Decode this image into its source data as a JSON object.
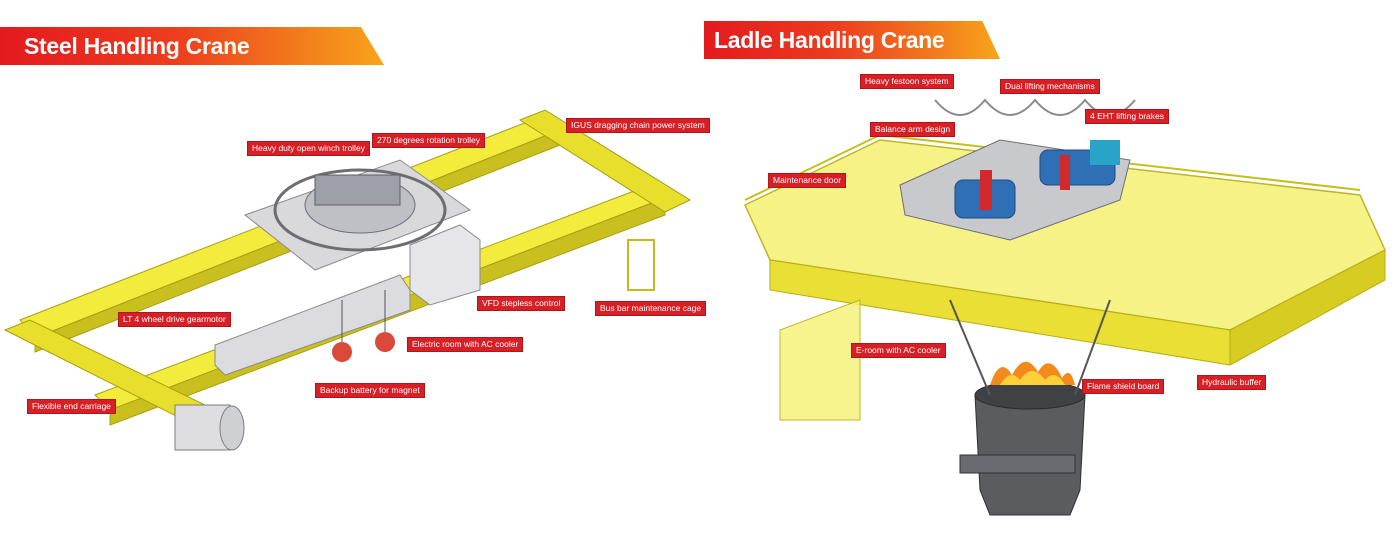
{
  "colors": {
    "crane_yellow": "#f1ea3a",
    "callout_red": "#d71f26",
    "banner_start": "#e4191f",
    "banner_end": "#f7a51b"
  },
  "sections": {
    "left": {
      "title": "Steel Handling Crane"
    },
    "right": {
      "title": "Ladle Handling Crane"
    }
  },
  "left_callouts": [
    {
      "label": "Heavy duty open winch trolley"
    },
    {
      "label": "270 degrees rotation trolley"
    },
    {
      "label": "IGUS dragging chain power system"
    },
    {
      "label": "VFD stepless control"
    },
    {
      "label": "Bus bar maintenance cage"
    },
    {
      "label": "LT 4 wheel drive gearmotor"
    },
    {
      "label": "Electric room with AC cooler"
    },
    {
      "label": "Backup battery for magnet"
    },
    {
      "label": "Flexible end carriage"
    }
  ],
  "right_callouts": [
    {
      "label": "Heavy festoon system"
    },
    {
      "label": "Dual lifting mechanisms"
    },
    {
      "label": "Balance arm design"
    },
    {
      "label": "4 EHT lifting brakes"
    },
    {
      "label": "Maintenance door"
    },
    {
      "label": "E-room with AC cooler"
    },
    {
      "label": "Flame shield board"
    },
    {
      "label": "Hydraulic buffer"
    }
  ]
}
